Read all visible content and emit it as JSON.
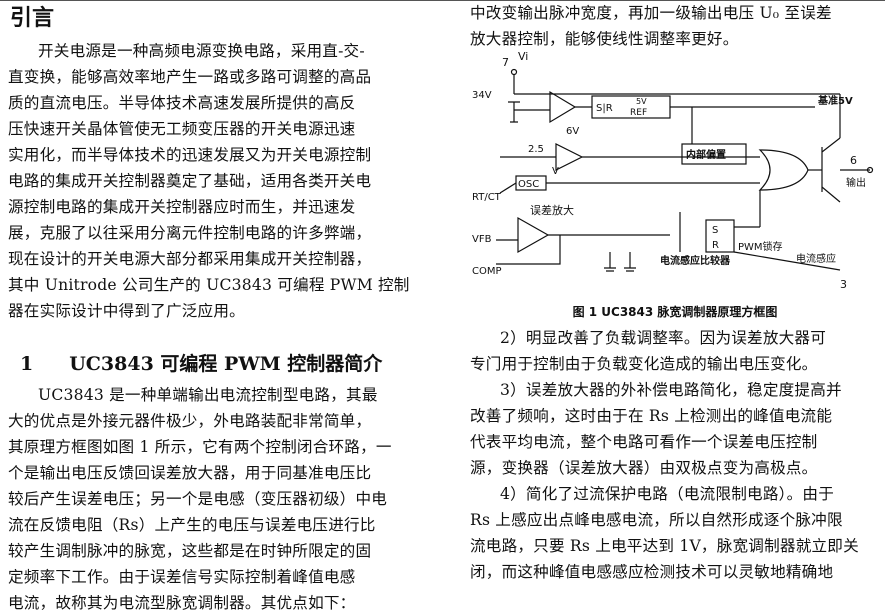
{
  "left": {
    "intro_heading": "引言",
    "intro_lines": [
      "开关电源是一种高频电源变换电路，采用直-交-",
      "直变换，能够高效率地产生一路或多路可调整的高品",
      "质的直流电压。半导体技术高速发展所提供的高反",
      "压快速开关晶体管使无工频变压器的开关电源迅速",
      "实用化，而半导体技术的迅速发展又为开关电源控制",
      "电路的集成开关控制器奠定了基础，适用各类开关电",
      "源控制电路的集成开关控制器应时而生，并迅速发",
      "展，克服了以往采用分离元件控制电路的许多弊端，",
      "现在设计的开关电源大部分都采用集成开关控制器，",
      "其中 Unitrode 公司生产的 UC3843 可编程 PWM 控制",
      "器在实际设计中得到了广泛应用。"
    ],
    "section_number": "1",
    "section_title": "UC3843 可编程 PWM 控制器简介",
    "section_lines": [
      "UC3843 是一种单端输出电流控制型电路，其最",
      "大的优点是外接元器件极少，外电路装配非常简单，",
      "其原理方框图如图 1 所示，它有两个控制闭合环路，一",
      "个是输出电压反馈回误差放大器，用于同基准电压比",
      "较后产生误差电压；另一个是电感（变压器初级）中电",
      "流在反馈电阻（Rs）上产生的电压与误差电压进行比",
      "较产生调制脉冲的脉宽，这些都是在时钟所限定的固",
      "定频率下工作。由于误差信号实际控制着峰值电感",
      "电流，故称其为电流型脉宽调制器。其优点如下："
    ]
  },
  "right": {
    "top_lines": [
      "中改变输出脉冲宽度，再加一级输出电压 U₀ 至误差",
      "放大器控制，能够使线性调整率更好。"
    ],
    "figure_caption": "图 1   UC3843 脉宽调制器原理方框图",
    "body_lines": [
      "2）明显改善了负载调整率。因为误差放大器可",
      "专门用于控制由于负载变化造成的输出电压变化。",
      "3）误差放大器的外补偿电路简化，稳定度提高并",
      "改善了频响，这时由于在 Rs 上检测出的峰值电流能",
      "代表平均电流，整个电路可看作一个误差电压控制",
      "源，变换器（误差放大器）由双极点变为高极点。",
      "4）简化了过流保护电路（电流限制电路）。由于",
      "Rs 上感应出点峰电感电流，所以自然形成逐个脉冲限",
      "流电路，只要 Rs 上电平达到 1V，脉宽调制器就立即关",
      "闭，而这种峰值电感感应检测技术可以灵敏地精确地"
    ],
    "indent_flags": [
      true,
      false,
      true,
      false,
      false,
      false,
      true,
      false,
      false,
      false
    ]
  },
  "figure": {
    "pin7": "7",
    "vi": "Vi",
    "v34": "34V",
    "v6": "6V",
    "sr": "S|R",
    "ref5v": "5V",
    "ref": "REF",
    "ref_out": "基准5V",
    "internal_bias": "内部偏置",
    "v25": "2.5",
    "osc": "OSC",
    "v": "V",
    "rtct": "RT/CT",
    "pin6": "6",
    "output": "输出",
    "error_amp": "误差放大",
    "vfb": "VFB",
    "comp": "COMP",
    "latch_s": "S",
    "latch_r": "R",
    "pwm_latch": "PWM锁存",
    "current_comparator": "电流感应比较器",
    "current_sense": "电流感应",
    "pin3": "3"
  }
}
